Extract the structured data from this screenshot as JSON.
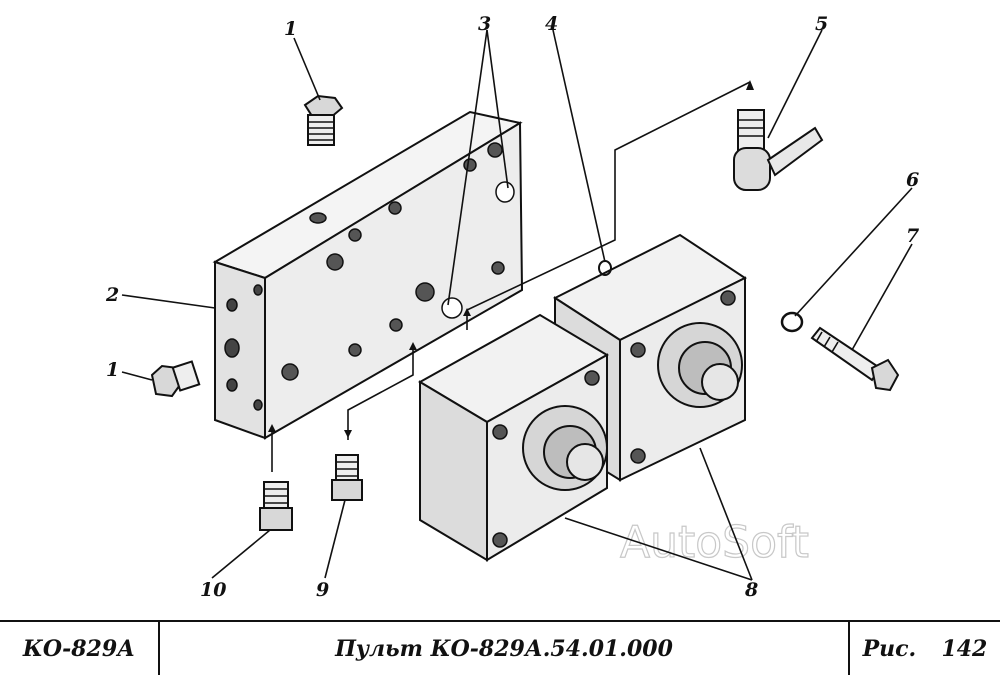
{
  "callouts": {
    "c1a": "1",
    "c1b": "1",
    "c2": "2",
    "c3": "3",
    "c4": "4",
    "c5": "5",
    "c6": "6",
    "c7": "7",
    "c8": "8",
    "c9": "9",
    "c10": "10"
  },
  "watermark": "AutoSoft",
  "title_block": {
    "model": "КО-829А",
    "title": "Пульт КО-829А.54.01.000",
    "fig_label": "Рис.",
    "fig_number": "142"
  }
}
